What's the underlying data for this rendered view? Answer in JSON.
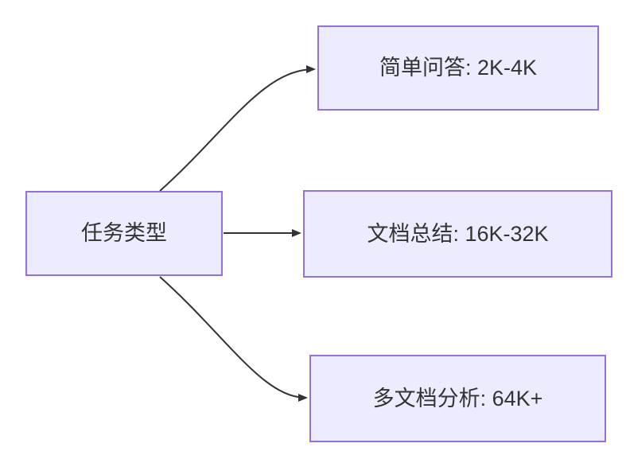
{
  "diagram": {
    "type": "flowchart-lr",
    "root": {
      "label": "任务类型"
    },
    "branches": [
      {
        "label": "简单问答: 2K-4K"
      },
      {
        "label": "文档总结: 16K-32K"
      },
      {
        "label": "多文档分析: 64K+"
      }
    ],
    "colors": {
      "node_fill": "#ECECFF",
      "node_border": "#9370DB",
      "edge": "#333333",
      "text": "#333333",
      "background": "#FFFFFF"
    }
  }
}
